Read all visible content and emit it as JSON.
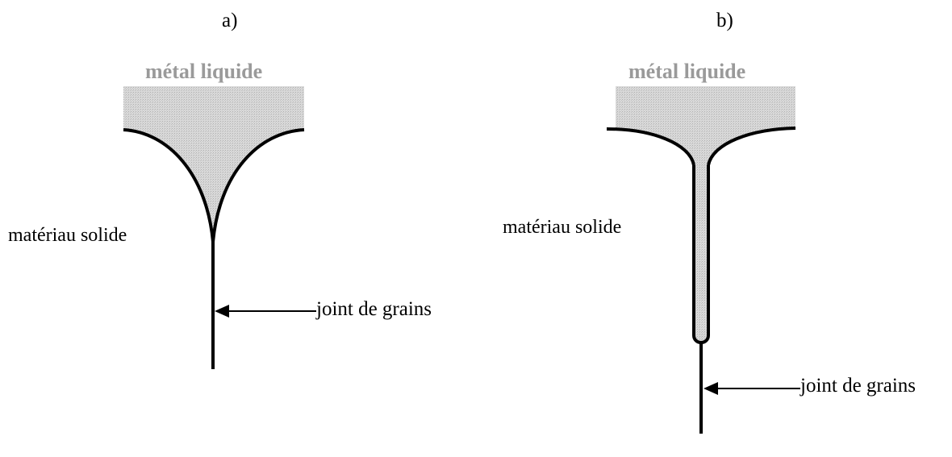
{
  "colors": {
    "liquid_fill": "#d4d4d4",
    "liquid_text": "#9a9a9a",
    "stroke": "#000000"
  },
  "panel_a": {
    "label": "a)",
    "liquid_label": "métal liquide",
    "solid_label": "matériau solide",
    "grain_boundary_label": "joint de grains"
  },
  "panel_b": {
    "label": "b)",
    "liquid_label": "métal liquide",
    "solid_label": "matériau solide",
    "grain_boundary_label": "joint de grains"
  }
}
